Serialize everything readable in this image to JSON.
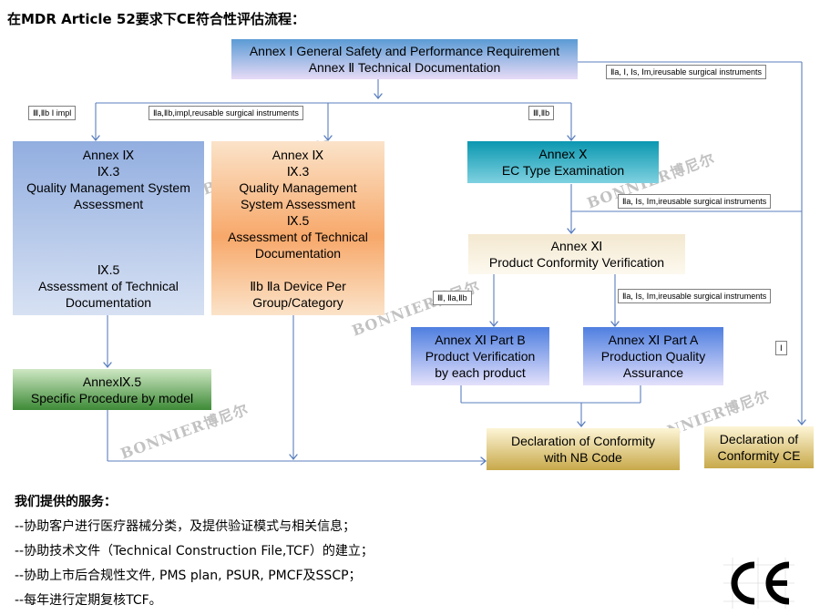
{
  "title": "在MDR Article 52要求下CE符合性评估流程：",
  "boxes": {
    "annex1": {
      "line1": "Annex Ⅰ General Safety and Performance Requirement",
      "line2": "Annex Ⅱ Technical Documentation"
    },
    "annex9_left": {
      "l1": "Annex Ⅸ",
      "l2": "Ⅸ.3",
      "l3": "Quality Management System",
      "l4": "Assessment",
      "l5": "Ⅸ.5",
      "l6": "Assessment of Technical",
      "l7": "Documentation"
    },
    "annex9_mid": {
      "l1": "Annex Ⅸ",
      "l2": "Ⅸ.3",
      "l3": "Quality Management",
      "l4": "System Assessment",
      "l5": "Ⅸ.5",
      "l6": "Assessment of Technical",
      "l7": "Documentation",
      "l8": "Ⅱb Ⅱa Device Per",
      "l9": "Group/Category"
    },
    "annex10": {
      "l1": "Annex Ⅹ",
      "l2": "EC Type Examination"
    },
    "annex11": {
      "l1": "Annex Ⅺ",
      "l2": "Product Conformity Verification"
    },
    "annex11b": {
      "l1": "Annex Ⅺ Part B",
      "l2": "Product Verification",
      "l3": "by each product"
    },
    "annex11a": {
      "l1": "Annex Ⅺ Part A",
      "l2": "Production Quality",
      "l3": "Assurance"
    },
    "annex95": {
      "l1": "AnnexⅨ.5",
      "l2": "Specific Procedure by model"
    },
    "doc_nb": {
      "l1": "Declaration of Conformity",
      "l2": "with NB Code"
    },
    "doc_ce": {
      "l1": "Declaration of",
      "l2": "Conformity CE"
    }
  },
  "labels": {
    "l_3_2b_1impl": "Ⅲ,Ⅱb Ⅰ impl",
    "l_2a2b_impl": "Ⅱa,Ⅱb,impl,reusable surgical instruments",
    "l_3_2b": "Ⅲ,Ⅱb",
    "l_top_right": "Ⅱa, Ⅰ, Ⅰs, Ⅰm,ireusable surgical instruments",
    "l_mid_right": "Ⅱa, Ⅰs, Ⅰm,ireusable surgical instruments",
    "l_3_2a_2b": "Ⅲ, Ⅱa,Ⅱb",
    "l_low_right": "Ⅱa, Ⅰs, Ⅰm,ireusable surgical instruments",
    "l_one": "Ⅰ"
  },
  "services": {
    "heading": "我们提供的服务：",
    "items": [
      "--协助客户进行医疗器械分类，及提供验证模式与相关信息；",
      "--协助技术文件（Technical Construction File,TCF）的建立；",
      "--协助上市后合规性文件, PMS plan, PSUR, PMCF及SSCP；",
      "--每年进行定期复核TCF。"
    ]
  },
  "watermark": "BONNIER博尼尔",
  "logo": {
    "text": "CE"
  },
  "colors": {
    "line": "#5b7fbf",
    "annex1": "#5b9bd5",
    "annex10": "#1f9bb0",
    "annex95": "#3d8b37",
    "doc": "#c8a94a"
  }
}
